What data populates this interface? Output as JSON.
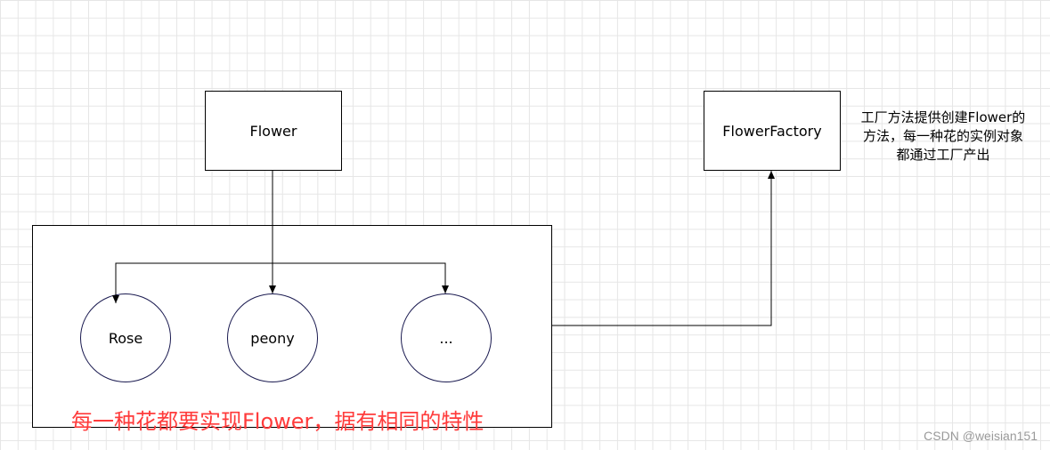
{
  "nodes": {
    "flower": "Flower",
    "flower_factory": "FlowerFactory",
    "rose": "Rose",
    "peony": "peony",
    "ellipsis": "..."
  },
  "note": {
    "line1": "工厂方法提供创建Flower的",
    "line2": "方法，每一种花的实例对象",
    "line3": "都通过工厂产出"
  },
  "caption": "每一种花都要实现Flower，据有相同的特性",
  "watermark": "CSDN @weisian151",
  "colors": {
    "caption": "#ff3b3b",
    "grid": "#e6e6e6",
    "stroke": "#000000"
  }
}
